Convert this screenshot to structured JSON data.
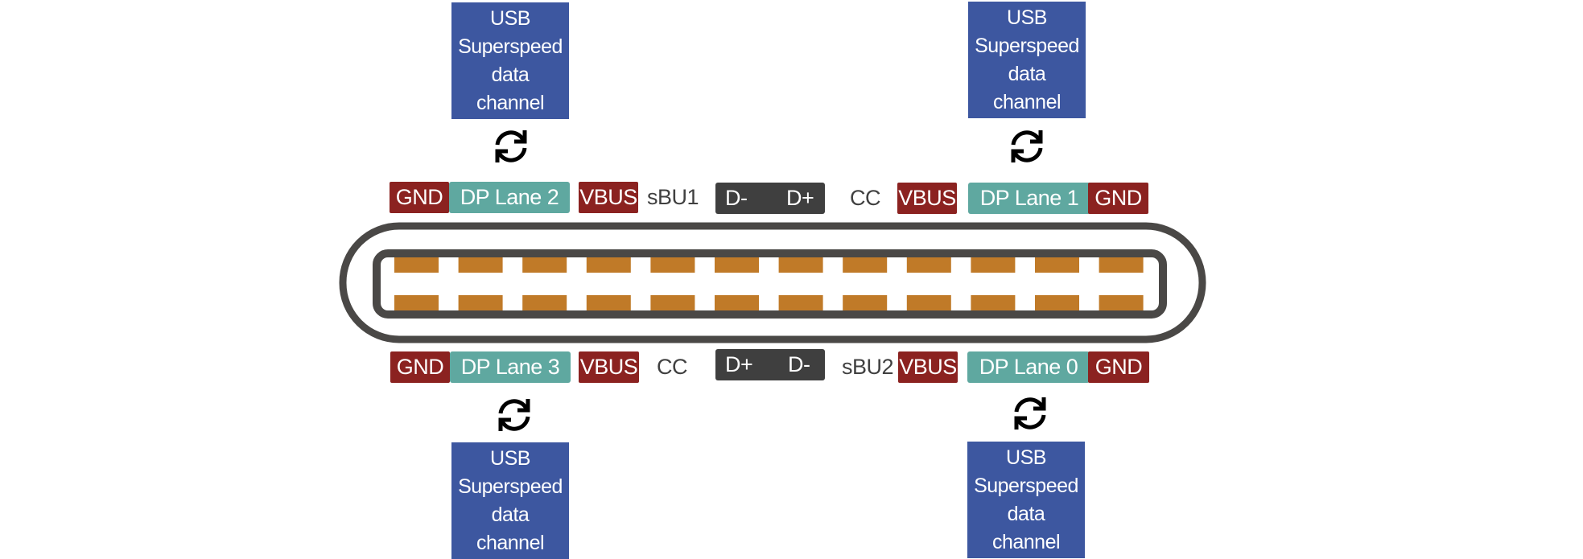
{
  "diagram": {
    "title": "USB Type-C pinout with DisplayPort Alt Mode lanes",
    "channel_boxes": [
      {
        "id": "top-left",
        "lines": [
          "USB",
          "Superspeed",
          "data",
          "channel"
        ]
      },
      {
        "id": "top-right",
        "lines": [
          "USB",
          "Superspeed",
          "data",
          "channel"
        ]
      },
      {
        "id": "bottom-left",
        "lines": [
          "USB",
          "Superspeed",
          "data",
          "channel"
        ]
      },
      {
        "id": "bottom-right",
        "lines": [
          "USB",
          "Superspeed",
          "data",
          "channel"
        ]
      }
    ],
    "icons": {
      "swap": "sync-icon"
    },
    "top_row": {
      "gnd_left": "GND",
      "dp_lane": "DP Lane 2",
      "vbus_left": "VBUS",
      "sbu": "sBU1",
      "d_left": "D-",
      "d_right": "D+",
      "cc": "CC",
      "vbus_right": "VBUS",
      "dp_lane_right": "DP Lane 1",
      "gnd_right": "GND"
    },
    "bottom_row": {
      "gnd_left": "GND",
      "dp_lane": "DP Lane 3",
      "vbus_left": "VBUS",
      "cc": "CC",
      "d_left": "D+",
      "d_right": "D-",
      "sbu": "sBU2",
      "vbus_right": "VBUS",
      "dp_lane_right": "DP Lane 0",
      "gnd_right": "GND"
    },
    "connector": {
      "pins_per_row": 12,
      "rows": 2
    },
    "colors": {
      "channel_box": "#3D57A0",
      "gnd_vbus": "#8B2220",
      "dp_lane": "#5FA8A0",
      "data_pair": "#3F3F3F",
      "pin": "#C07A28",
      "outline": "#4A4846"
    }
  }
}
